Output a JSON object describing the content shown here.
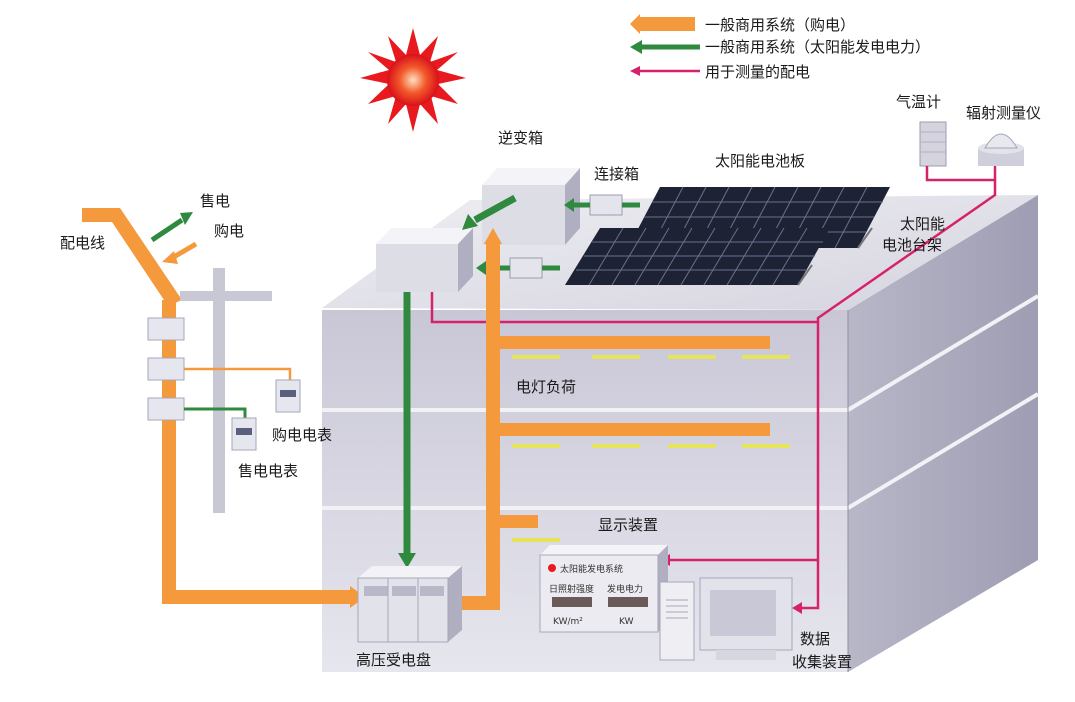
{
  "legend": {
    "orange": "一般商用系统（购电）",
    "green": "一般商用系统（太阳能发电电力）",
    "pink": "用于测量的配电"
  },
  "labels": {
    "inverter_box": "逆变箱",
    "junction_box": "连接箱",
    "solar_panel": "太阳能电池板",
    "solar_rack_1": "太阳能",
    "solar_rack_2": "电池台架",
    "thermometer": "气温计",
    "radiometer": "辐射测量仪",
    "power_line": "配电线",
    "sell_power": "售电",
    "buy_power": "购电",
    "purchase_meter": "购电电表",
    "sale_meter": "售电电表",
    "lighting_load": "电灯负荷",
    "display_device": "显示装置",
    "hv_panel": "高压受电盘",
    "data_collect_1": "数据",
    "data_collect_2": "收集装置"
  },
  "display_panel": {
    "title": "太阳能发电系统",
    "col1": "日照射强度",
    "col2": "发电电力",
    "unit1": "KW/m²",
    "unit2": "KW"
  },
  "colors": {
    "orange": "#f59a3c",
    "green": "#2f8a3f",
    "pink": "#d6216b",
    "building": "#d9d9e3",
    "sun": "#e8191f"
  }
}
